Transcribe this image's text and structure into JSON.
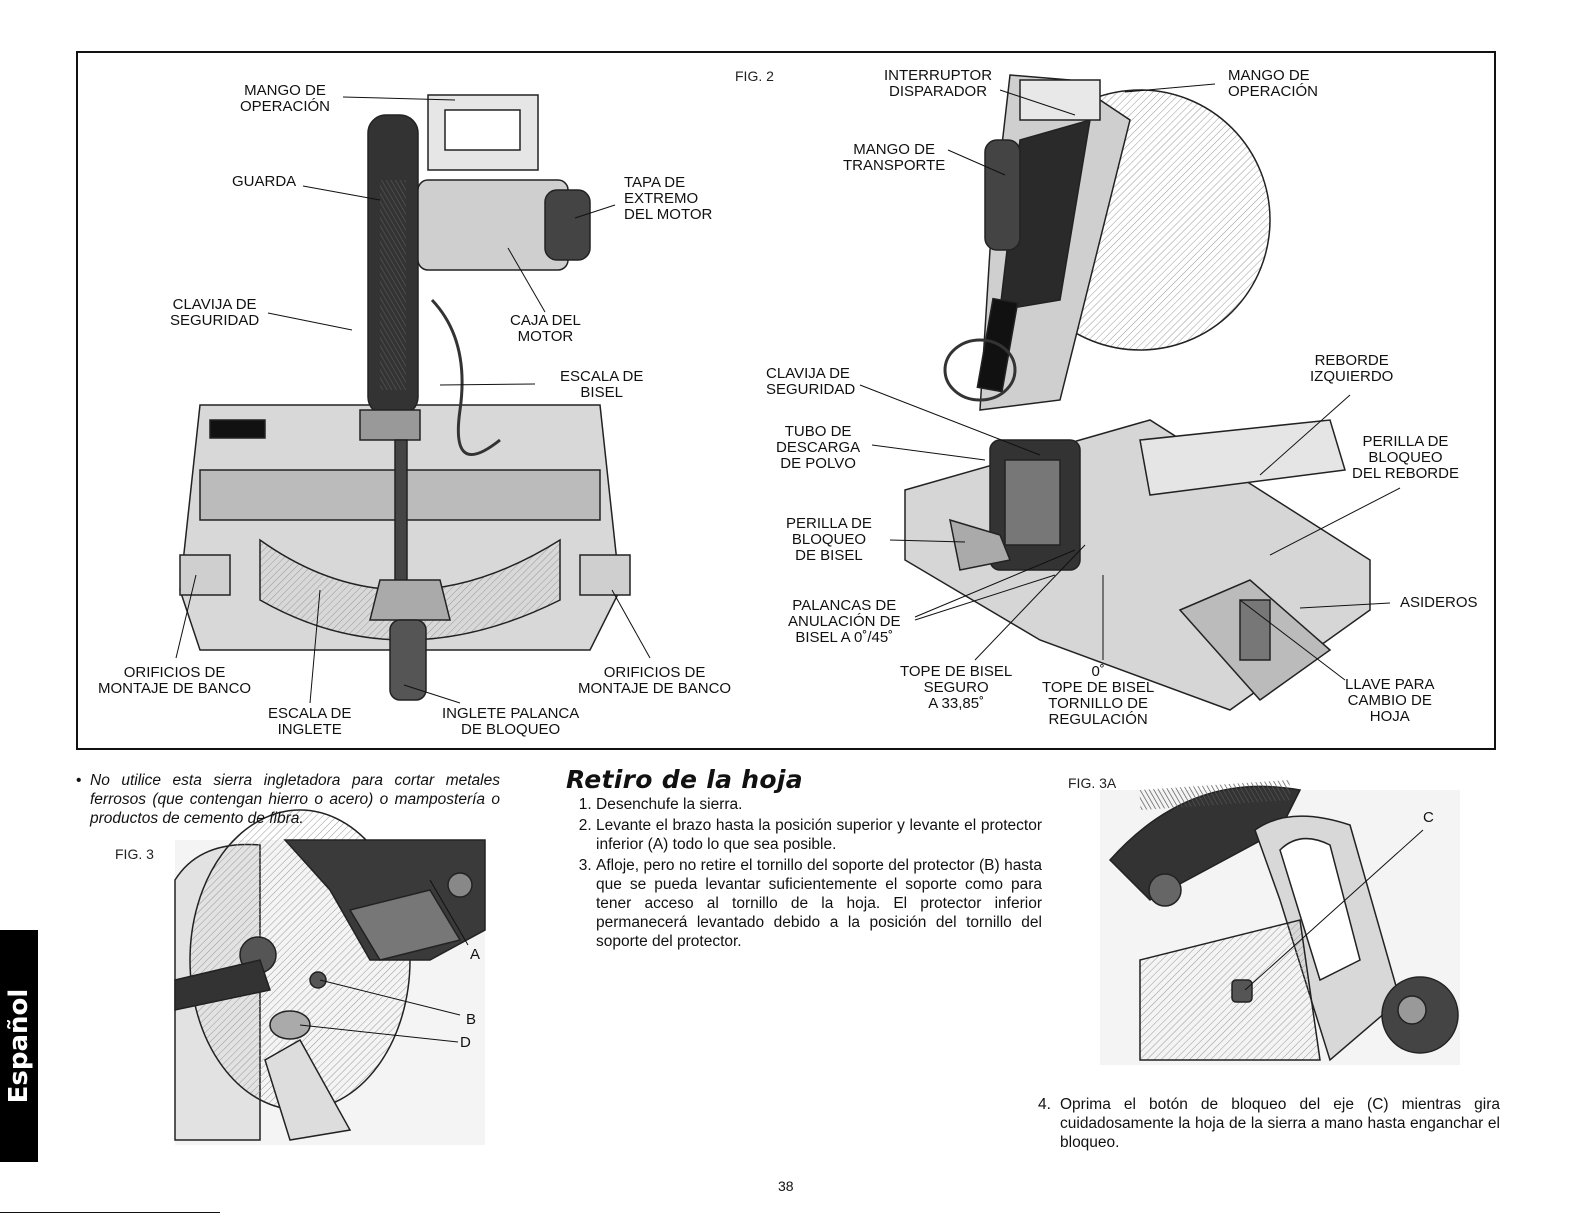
{
  "fig1": {
    "labels": {
      "mango_operacion": "MANGO DE\nOPERACIÓN",
      "guarda": "GUARDA",
      "tapa_extremo": "TAPA DE\nEXTREMO\nDEL MOTOR",
      "clavija": "CLAVIJA DE\nSEGURIDAD",
      "caja_motor": "CAJA DEL\nMOTOR",
      "escala_bisel": "ESCALA DE\nBISEL",
      "orificios_izq": "ORIFICIOS DE\nMONTAJE DE BANCO",
      "orificios_der": "ORIFICIOS DE\nMONTAJE DE BANCO",
      "escala_inglete": "ESCALA DE\nINGLETE",
      "inglete_palanca": "INGLETE PALANCA\nDE BLOQUEO"
    }
  },
  "fig2": {
    "caption": "FIG. 2",
    "labels": {
      "interruptor": "INTERRUPTOR\nDISPARADOR",
      "mango_operacion": "MANGO DE\nOPERACIÓN",
      "mango_transporte": "MANGO DE\nTRANSPORTE",
      "clavija": "CLAVIJA DE\nSEGURIDAD",
      "tubo_descarga": "TUBO DE\nDESCARGA\nDE POLVO",
      "perilla_bisel": "PERILLA DE\nBLOQUEO\nDE BISEL",
      "palancas": "PALANCAS DE\nANULACIÓN DE\nBISEL A 0˚/45˚",
      "tope_seguro": "TOPE DE BISEL\nSEGURO\nA 33,85˚",
      "tope_regulacion": "0˚\nTOPE DE BISEL\nTORNILLO DE\nREGULACIÓN",
      "reborde": "REBORDE\nIZQUIERDO",
      "perilla_reborde": "PERILLA DE\nBLOQUEO\nDEL REBORDE",
      "asideros": "ASIDEROS",
      "llave": "LLAVE PARA\nCAMBIO DE\nHOJA"
    }
  },
  "bullet": "No utilice esta sierra ingletadora para cortar metales ferrosos (que contengan hierro o acero) o mampostería o productos de cemento de fibra.",
  "fig3": {
    "caption": "FIG. 3",
    "a": "A",
    "b": "B",
    "d": "D"
  },
  "fig3a": {
    "caption": "FIG. 3A",
    "c": "C"
  },
  "section": {
    "title": "Retiro de la hoja",
    "steps": [
      "Desenchufe la sierra.",
      "Levante el brazo hasta la posición superior y levante el protector inferior (A) todo lo que sea posible.",
      "Afloje, pero no retire el tornillo del soporte del protector (B) hasta que se pueda levantar suficientemente el soporte como para tener acceso al tornillo de la hoja. El protector inferior permanecerá levantado debido a la posición del tornillo del soporte del protector."
    ],
    "step4_num": "4.",
    "step4": "Oprima el botón de bloqueo del eje (C) mientras gira cuidadosamente la hoja de la sierra a mano hasta enganchar el bloqueo."
  },
  "page_number": "38",
  "side_tab": "Español"
}
